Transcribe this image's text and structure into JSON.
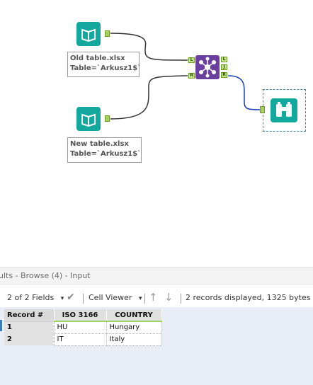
{
  "workflow": {
    "input1": {
      "file": "Old table.xlsx",
      "table": "Table=`Arkusz1$`"
    },
    "input2": {
      "file": "New table.xlsx",
      "table": "Table=`Arkusz1$`"
    },
    "join": {
      "in_left": "L",
      "in_right": "R",
      "out_left": "L",
      "out_join": "J",
      "out_right": "R"
    }
  },
  "results": {
    "title": "ults - Browse (4) - Input",
    "fields_dropdown": "2 of 2 Fields",
    "viewer_dropdown": "Cell Viewer",
    "status": "2 records displayed, 1325 bytes",
    "columns": [
      "Record #",
      "ISO 3166",
      "COUNTRY"
    ],
    "rows": [
      {
        "record": "1",
        "iso": "HU",
        "country": "Hungary"
      },
      {
        "record": "2",
        "iso": "IT",
        "country": "Italy"
      }
    ]
  },
  "colors": {
    "accent_teal": "#13a89e",
    "join_purple": "#6b3fa0",
    "anchor_green": "#a8cf5a",
    "wire_blue": "#1a3fb5"
  }
}
